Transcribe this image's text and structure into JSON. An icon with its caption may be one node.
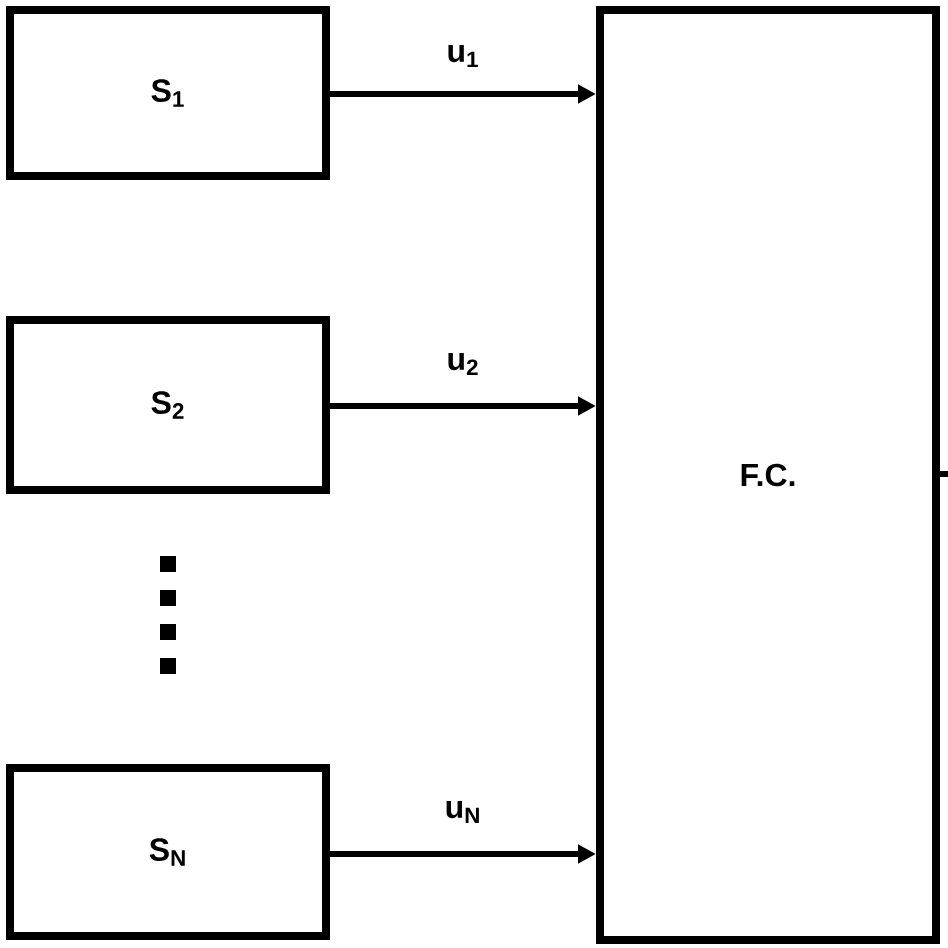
{
  "diagram": {
    "nodes": [
      {
        "text": [
          "S$_{1}$"
        ]
      },
      {
        "text": [
          "S$_{2}$"
        ]
      },
      {
        "text": [
          "S$_{N}$"
        ]
      },
      {
        "text": [
          "F.C."
        ]
      }
    ],
    "edges": [
      {
        "from": 0,
        "to": 3,
        "arrow": "to",
        "label": "u$_{1}$"
      },
      {
        "from": 1,
        "to": 3,
        "arrow": "to",
        "label": "u$_{2}$"
      },
      {
        "from": 2,
        "to": 3,
        "arrow": "to",
        "label": "u$_{N}$"
      },
      {
        "from": 3,
        "to": null,
        "arrow": "none"
      }
    ]
  }
}
